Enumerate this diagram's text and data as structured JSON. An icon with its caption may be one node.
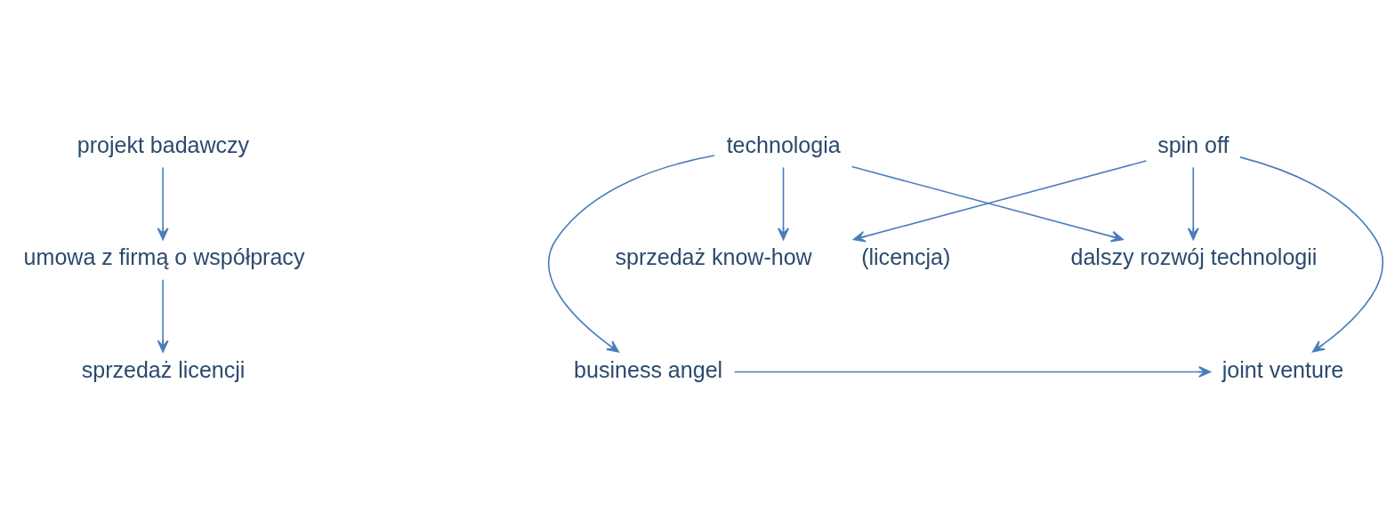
{
  "diagram": {
    "nodes": [
      {
        "text": [
          "projekt badawczy"
        ]
      },
      {
        "text": [
          "technologia"
        ]
      },
      {
        "text": [
          "spin off"
        ]
      },
      {
        "text": [
          "umowa z firmą o współpracy"
        ]
      },
      {
        "text": [
          "sprzedaż know-how"
        ],
        "beside": [
          "(licencja)"
        ]
      },
      {
        "text": [
          "dalszy rozwój technologii"
        ]
      },
      {
        "text": [
          "sprzedaż licencji"
        ]
      },
      {
        "text": [
          "business angel"
        ]
      },
      {
        "text": [
          "joint venture"
        ]
      }
    ],
    "edges": [
      {
        "from": 0,
        "to": 3,
        "arrow": "to"
      },
      {
        "from": 3,
        "to": 6,
        "arrow": "to"
      },
      {
        "from": 1,
        "to": 7,
        "arrow": "to"
      },
      {
        "from": 1,
        "to": 5,
        "arrow": "to"
      },
      {
        "from": 1,
        "to": 4,
        "arrow": "to"
      },
      {
        "from": 2,
        "to": 4,
        "arrow": "to"
      },
      {
        "from": 2,
        "to": 5,
        "arrow": "to"
      },
      {
        "from": 2,
        "to": 8,
        "arrow": "to"
      },
      {
        "from": 7,
        "to": 8,
        "arrow": "to"
      }
    ]
  }
}
